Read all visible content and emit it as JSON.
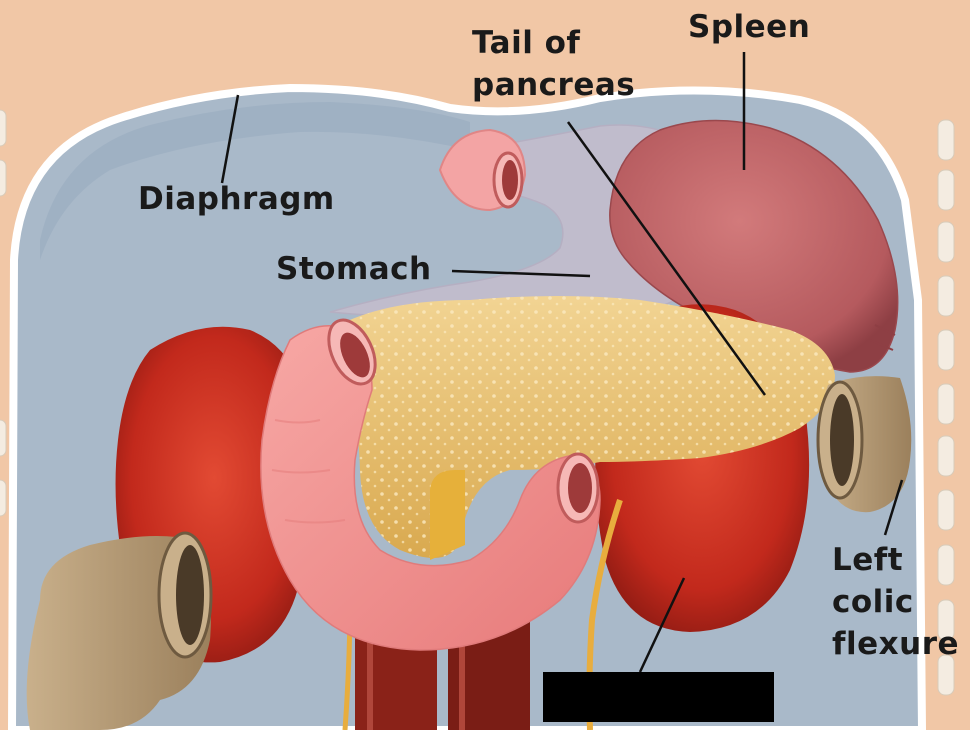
{
  "labels": {
    "spleen": "Spleen",
    "tail_of_pancreas_line1": "Tail of",
    "tail_of_pancreas_line2": "pancreas",
    "diaphragm": "Diaphragm",
    "stomach": "Stomach",
    "left_colic_flexure_line1": "Left",
    "left_colic_flexure_line2": "colic",
    "left_colic_flexure_line3": "flexure"
  },
  "colors": {
    "background_skin": "#f1c7a6",
    "cavity": "#a9b9c9",
    "kidney": "#c2291c",
    "pancreas": "#e8c275",
    "duodenum": "#f08d8d",
    "spleen": "#b55a5e",
    "colon": "#b59a76",
    "redaction": "#000000"
  }
}
